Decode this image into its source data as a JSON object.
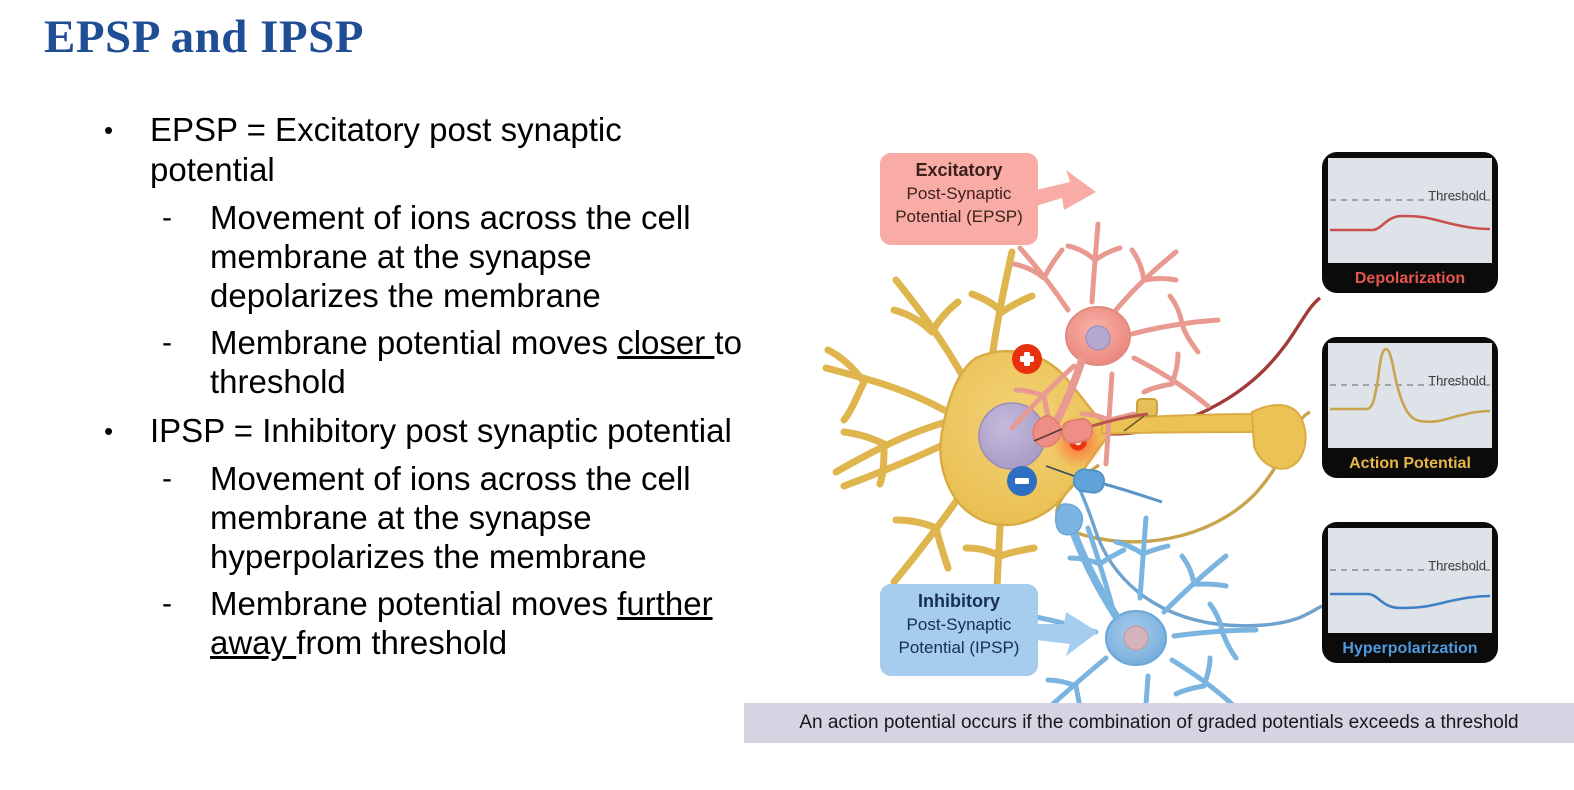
{
  "slide": {
    "title": "EPSP and IPSP",
    "title_color": "#1f4e95"
  },
  "bullets": [
    {
      "marker": "•",
      "text": "EPSP = Excitatory post synaptic potential",
      "children": [
        {
          "marker": "-",
          "text": "Movement of ions across the cell membrane at the synapse depolarizes the membrane"
        },
        {
          "marker": "-",
          "underlined": "closer ",
          "rest": "to threshold",
          "lead": "Membrane potential moves "
        }
      ]
    },
    {
      "marker": "•",
      "text": "IPSP = Inhibitory post synaptic potential",
      "children": [
        {
          "marker": "-",
          "text": "Movement of ions across the cell membrane at the synapse hyperpolarizes the membrane"
        },
        {
          "marker": "-",
          "underlined": "further away ",
          "rest": "from threshold",
          "lead": "Membrane potential moves "
        }
      ]
    }
  ],
  "figure": {
    "callouts": {
      "excitatory": {
        "header": "Excitatory",
        "line2": "Post-Synaptic",
        "line3": "Potential (EPSP)",
        "color": "#f8aca5"
      },
      "inhibitory": {
        "header": "Inhibitory",
        "line2": "Post-Synaptic",
        "line3": "Potential (IPSP)",
        "color": "#a7cdee"
      }
    },
    "badges": {
      "plus": "+",
      "minus": "−"
    },
    "panels": [
      {
        "id": "depolarization",
        "threshold_label": "Threshold",
        "footer_label": "Depolarization",
        "trace_color": "#c9504f"
      },
      {
        "id": "action-potential",
        "threshold_label": "Threshold",
        "footer_label": "Action Potential",
        "trace_color": "#c9a martin"
      },
      {
        "id": "hyperpolarization",
        "threshold_label": "Threshold",
        "footer_label": "Hyperpolarization",
        "trace_color": "#3f7fc4"
      }
    ],
    "caption": "An action potential occurs if the combination of graded potentials exceeds a threshold",
    "colors": {
      "soma_yellow": "#edc254",
      "excitatory_red": "#ef8e84",
      "inhibitory_blue": "#7ab4e0",
      "nucleus_purple": "#b3a6ce",
      "connector_red": "#a23b38",
      "connector_gold": "#c8a44c",
      "connector_blue": "#6fa3cf",
      "caption_bg": "#d8d3e3"
    }
  },
  "chart_data": [
    {
      "type": "line",
      "title": "Depolarization",
      "annotations": [
        "Threshold"
      ],
      "x": [
        0,
        1,
        2,
        3,
        4,
        5,
        6,
        7,
        8,
        9,
        10
      ],
      "values": [
        0,
        0,
        0,
        0.25,
        0.5,
        0.55,
        0.52,
        0.4,
        0.15,
        0.03,
        0
      ],
      "threshold": 1.0,
      "ylim": [
        -0.4,
        1.6
      ],
      "grid": false,
      "note": "Graded depolarization that rises but does not reach threshold"
    },
    {
      "type": "line",
      "title": "Action Potential",
      "annotations": [
        "Threshold"
      ],
      "x": [
        0,
        1,
        2,
        2.4,
        2.8,
        3.4,
        4.2,
        5.2,
        6.4,
        8,
        10
      ],
      "values": [
        0,
        0,
        0.15,
        1.55,
        1.1,
        0.55,
        0.1,
        -0.25,
        -0.3,
        -0.1,
        0
      ],
      "threshold": 1.0,
      "ylim": [
        -0.4,
        1.6
      ],
      "grid": false,
      "note": "Spike exceeds threshold then undershoots before returning to rest"
    },
    {
      "type": "line",
      "title": "Hyperpolarization",
      "annotations": [
        "Threshold"
      ],
      "x": [
        0,
        1,
        2,
        3,
        4,
        5,
        6,
        7,
        8,
        9,
        10
      ],
      "values": [
        0,
        0,
        -0.1,
        -0.35,
        -0.45,
        -0.45,
        -0.4,
        -0.25,
        -0.1,
        -0.02,
        0
      ],
      "threshold": 1.0,
      "ylim": [
        -0.4,
        1.6
      ],
      "grid": false,
      "note": "Graded hyperpolarization moving further from threshold"
    }
  ]
}
